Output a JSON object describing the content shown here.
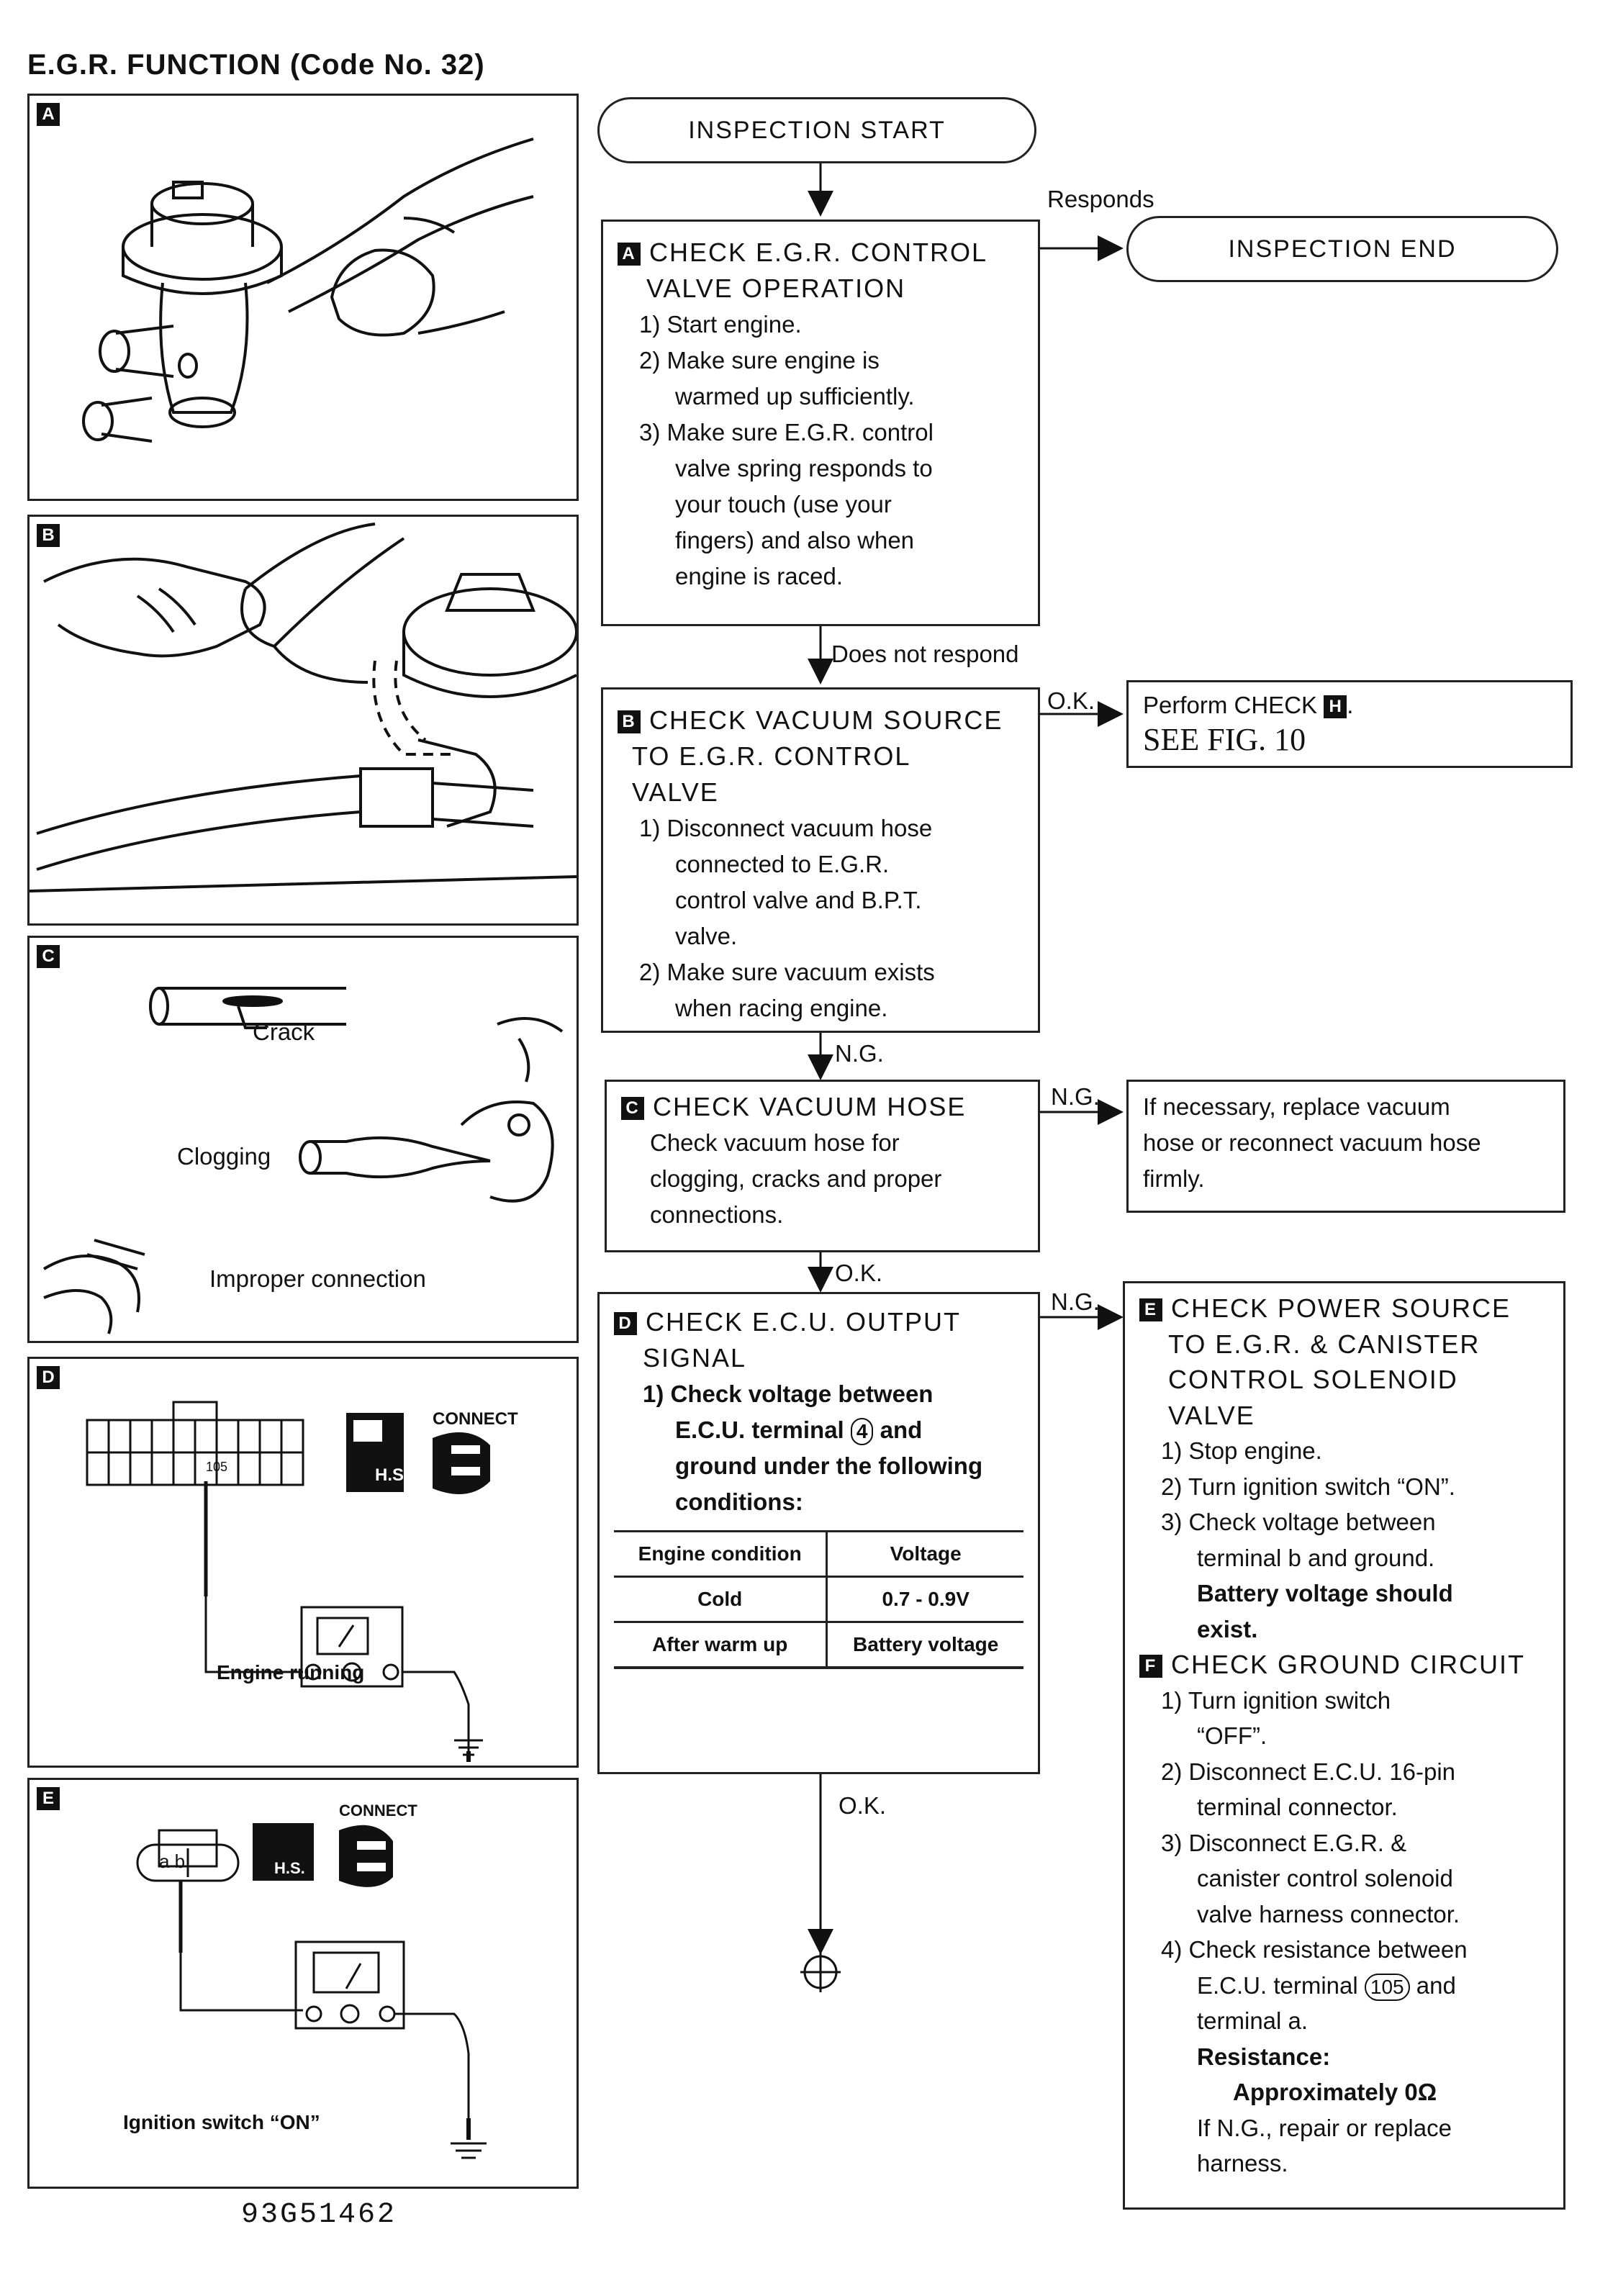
{
  "title": "E.G.R. FUNCTION (Code No. 32)",
  "footer_code": "93G51462",
  "panels": {
    "a": {
      "badge": "A"
    },
    "b": {
      "badge": "B"
    },
    "c": {
      "badge": "C",
      "crack": "Crack",
      "clogging": "Clogging",
      "improper": "Improper connection"
    },
    "d": {
      "badge": "D",
      "pin": "105",
      "connect": "CONNECT",
      "hs": "H.S.",
      "caption": "Engine running"
    },
    "e": {
      "badge": "E",
      "connect": "CONNECT",
      "hs": "H.S.",
      "plug": "a b",
      "caption": "Ignition switch “ON”"
    }
  },
  "flow": {
    "start": "INSPECTION START",
    "end": "INSPECTION END",
    "responds": "Responds",
    "does_not_respond": "Does not respond",
    "ok": "O.K.",
    "ng": "N.G.",
    "box_a": {
      "badge": "A",
      "title1": "CHECK E.G.R. CONTROL",
      "title2": "VALVE OPERATION",
      "s1": "1) Start engine.",
      "s2a": "2) Make sure engine is",
      "s2b": "warmed up sufficiently.",
      "s3a": "3) Make sure E.G.R. control",
      "s3b": "valve spring responds to",
      "s3c": "your touch (use your",
      "s3d": "fingers) and also when",
      "s3e": "engine is raced."
    },
    "box_b": {
      "badge": "B",
      "title1": "CHECK VACUUM SOURCE",
      "title2": "TO E.G.R. CONTROL",
      "title3": "VALVE",
      "s1a": "1) Disconnect vacuum hose",
      "s1b": "connected to E.G.R.",
      "s1c": "control valve and B.P.T.",
      "s1d": "valve.",
      "s2a": "2) Make sure vacuum exists",
      "s2b": "when racing engine."
    },
    "box_h": {
      "line1": "Perform CHECK",
      "badge": "H",
      "line2": "SEE FIG. 10"
    },
    "box_c": {
      "badge": "C",
      "title": "CHECK VACUUM HOSE",
      "l1": "Check vacuum hose for",
      "l2": "clogging, cracks and proper",
      "l3": "connections."
    },
    "box_c_ng": {
      "l1": "If necessary, replace vacuum",
      "l2": "hose or reconnect vacuum hose",
      "l3": "firmly."
    },
    "box_d": {
      "badge": "D",
      "title1": "CHECK E.C.U. OUTPUT",
      "title2": "SIGNAL",
      "s1a": "1) Check voltage between",
      "s1b": "E.C.U. terminal",
      "s1b_num": "4",
      "s1b_end": "and",
      "s1c": "ground under the following",
      "s1d": "conditions:",
      "table": {
        "h1": "Engine condition",
        "h2": "Voltage",
        "r1c1": "Cold",
        "r1c2": "0.7 - 0.9V",
        "r2c1": "After warm up",
        "r2c2": "Battery voltage"
      }
    },
    "box_ef": {
      "e_badge": "E",
      "e_title1": "CHECK POWER SOURCE",
      "e_title2": "TO E.G.R. & CANISTER",
      "e_title3": "CONTROL SOLENOID",
      "e_title4": "VALVE",
      "e_s1": "1) Stop engine.",
      "e_s2": "2) Turn ignition switch “ON”.",
      "e_s3a": "3) Check voltage between",
      "e_s3b": "terminal",
      "e_s3b_t": "b",
      "e_s3b_end": "and ground.",
      "e_bold1": "Battery voltage should",
      "e_bold2": "exist.",
      "f_badge": "F",
      "f_title": "CHECK GROUND CIRCUIT",
      "f_s1a": "1) Turn ignition switch",
      "f_s1b": "“OFF”.",
      "f_s2a": "2) Disconnect E.C.U. 16-pin",
      "f_s2b": "terminal connector.",
      "f_s3a": "3) Disconnect E.G.R. &",
      "f_s3b": "canister control solenoid",
      "f_s3c": "valve harness connector.",
      "f_s4a": "4) Check resistance between",
      "f_s4b": "E.C.U. terminal",
      "f_s4b_num": "105",
      "f_s4b_end": "and",
      "f_s4c": "terminal",
      "f_s4c_t": "a",
      "f_res": "Resistance:",
      "f_res_val": "Approximately 0Ω",
      "f_ng1": "If N.G., repair or replace",
      "f_ng2": "harness."
    }
  }
}
